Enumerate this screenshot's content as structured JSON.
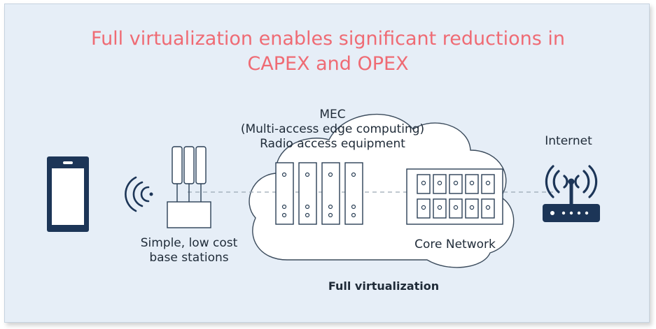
{
  "title": {
    "line1": "Full virtualization enables significant reductions in",
    "line2": "CAPEX and OPEX"
  },
  "labels": {
    "mec_line1": "MEC",
    "mec_line2": "(Multi-access edge computing)",
    "mec_line3": "Radio access equipment",
    "internet": "Internet",
    "base_line1": "Simple, low cost",
    "base_line2": "base stations",
    "core": "Core Network",
    "virtualization": "Full virtualization"
  },
  "colors": {
    "title": "#ef6b74",
    "panel": "#e6eef7",
    "device": "#1c3557",
    "outline": "#2a3f55",
    "dashes": "#9aa7b4"
  },
  "icons": [
    "smartphone-icon",
    "wireless-signal-icon",
    "base-station-antenna-icon",
    "server-rack-icon",
    "core-network-switch-icon",
    "wifi-router-icon"
  ]
}
